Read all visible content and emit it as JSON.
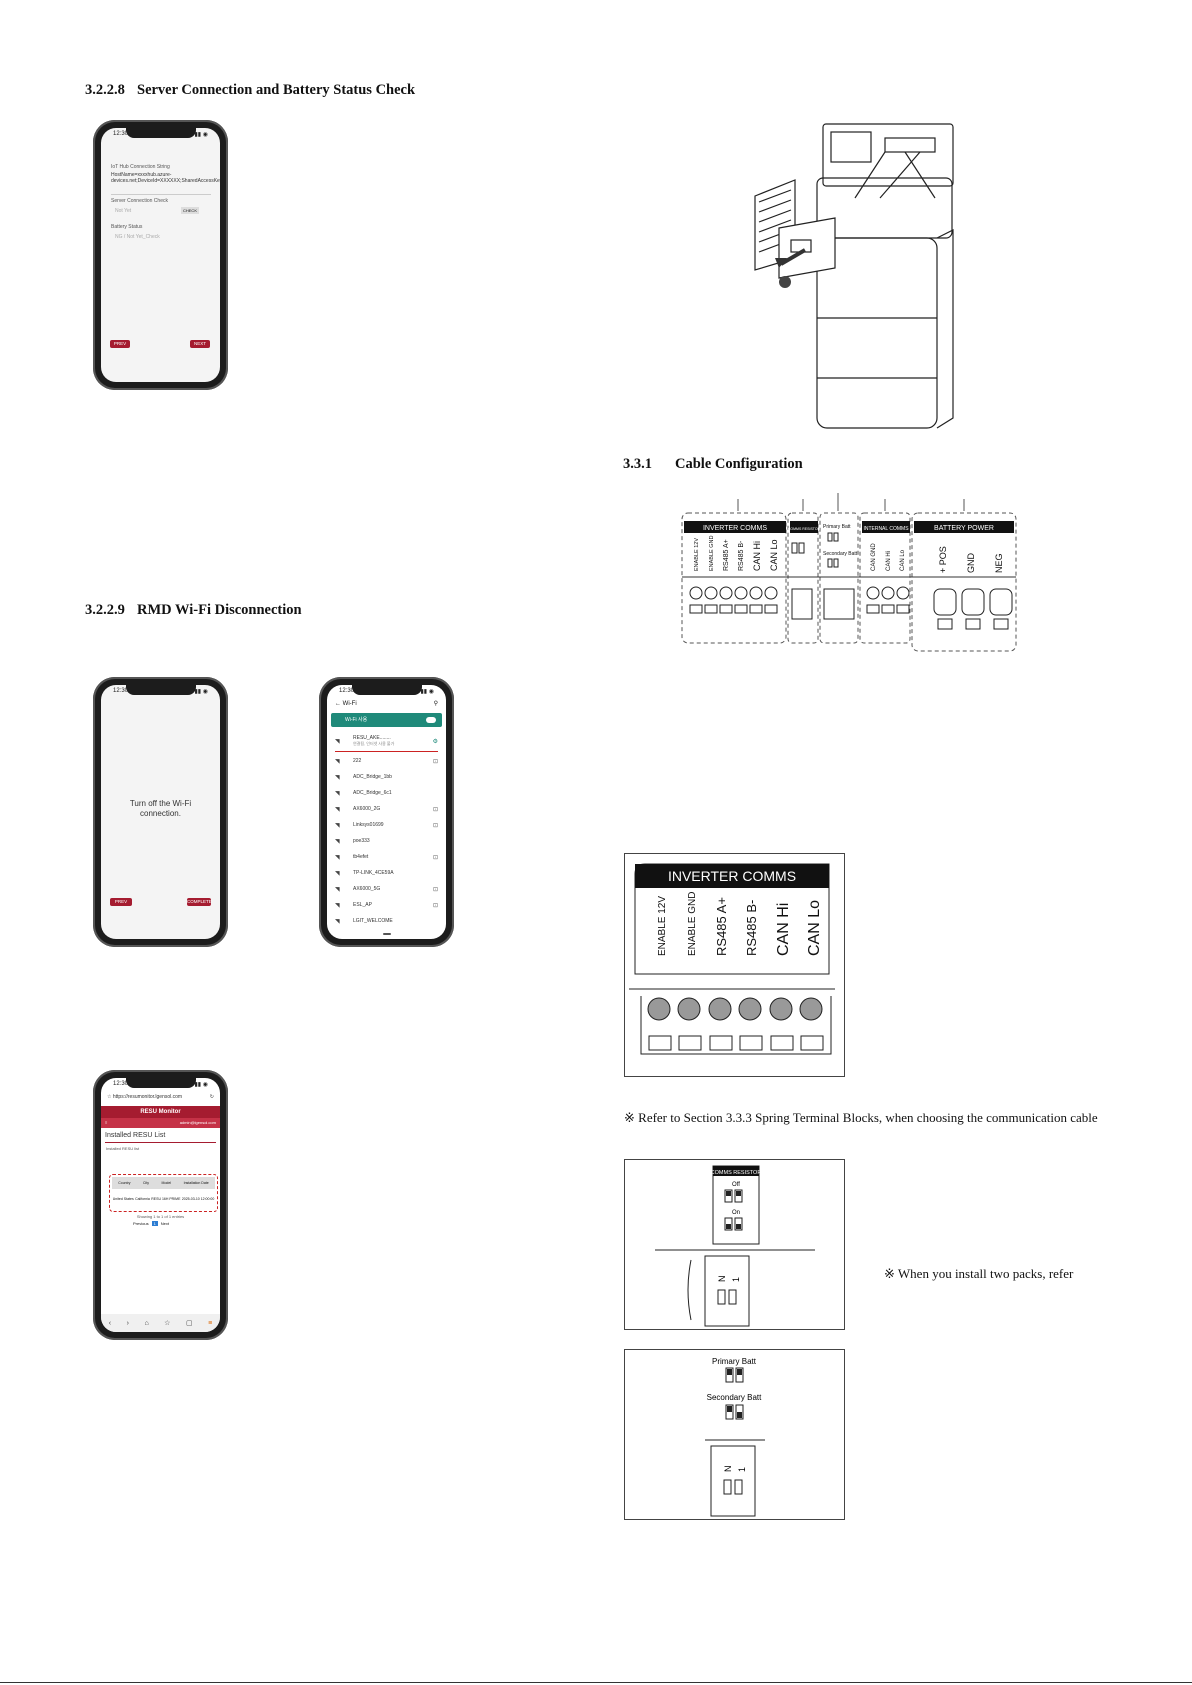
{
  "sections": {
    "s3228": {
      "number": "3.2.2.8",
      "title": "Server Connection and Battery Status Check"
    },
    "s3229": {
      "number": "3.2.2.9",
      "title": "RMD Wi-Fi Disconnection"
    },
    "s331": {
      "number": "3.3.1",
      "title": "Cable Configuration"
    }
  },
  "phone_status_time": "12:30",
  "phone1": {
    "conn_label": "IoT Hub Connection String",
    "conn_value": "HostName=xxxxhub.azure-devices.net;DeviceId=XXXXXX;SharedAccessKey=XXXX=",
    "server_label": "Server Connection Check",
    "server_placeholder": "Not Yet",
    "server_btn": "CHECK",
    "battery_label": "Battery Status",
    "battery_value": "NG / Not Yet_Check",
    "prev": "PREV",
    "next": "NEXT"
  },
  "phone2": {
    "message_line1": "Turn off the Wi-Fi",
    "message_line2": "connection.",
    "prev": "PREV",
    "complete": "COMPLETE"
  },
  "phone3": {
    "header": "Wi-Fi",
    "toggle_label": "Wi-Fi 사용",
    "networks": [
      "RESU_AKE........",
      "222",
      "ADC_Bridge_1bb",
      "ADC_Bridge_6c1",
      "AX6000_2G",
      "Linksys01699",
      "poe333",
      "tb4efet",
      "TP-LINK_4CE59A",
      "AX6000_5G",
      "ESL_AP",
      "LGIT_WELCOME"
    ],
    "first_sub": "연결됨, 인터넷 사용 불가"
  },
  "phone4": {
    "url": "https://resumonitor.lgensol.com",
    "banner": "RESU Monitor",
    "user": "admin@lgensol.com",
    "page_title": "Installed RESU List",
    "sub": "Installed RESU list",
    "columns": [
      "Country",
      "City",
      "Model",
      "Installation Date"
    ],
    "row": [
      "United States",
      "California",
      "RESU 16H PRIME",
      "2025-03-10 12:00:00"
    ],
    "showing": "Showing 1 to 1 of 1 entries",
    "prev": "Previous",
    "page": "1",
    "next": "Next"
  },
  "terminal_main": {
    "groups": [
      "INVERTER COMMS",
      "COMMS RESISTOR",
      "INTERNAL COMMS",
      "BATTERY POWER"
    ],
    "inverter_pins": [
      "ENABLE 12V",
      "ENABLE GND",
      "RS485 A+",
      "RS485 B-",
      "CAN Hi",
      "CAN Lo"
    ],
    "switch_labels": [
      "Primary Batt",
      "Secondary Batt"
    ],
    "internal_pins": [
      "CAN GND",
      "CAN Hi",
      "CAN Lo"
    ],
    "power_pins": [
      "+ POS",
      "GND",
      "NEG"
    ]
  },
  "inverter_detail": {
    "title": "INVERTER COMMS",
    "pins": [
      "ENABLE 12V",
      "ENABLE GND",
      "RS485 A+",
      "RS485 B-",
      "CAN Hi",
      "CAN Lo"
    ]
  },
  "note1": "※ Refer to Section 3.3.3 Spring Terminal Blocks, when choosing the communication cable",
  "resistor_detail": {
    "title": "COMMS RESISTOR",
    "off": "Off",
    "on": "On",
    "pin_n": "N",
    "pin_1": "1"
  },
  "note2": "※ When you install two packs, refer",
  "batt_detail": {
    "primary": "Primary Batt",
    "secondary": "Secondary Batt",
    "pin_n": "N",
    "pin_1": "1"
  }
}
